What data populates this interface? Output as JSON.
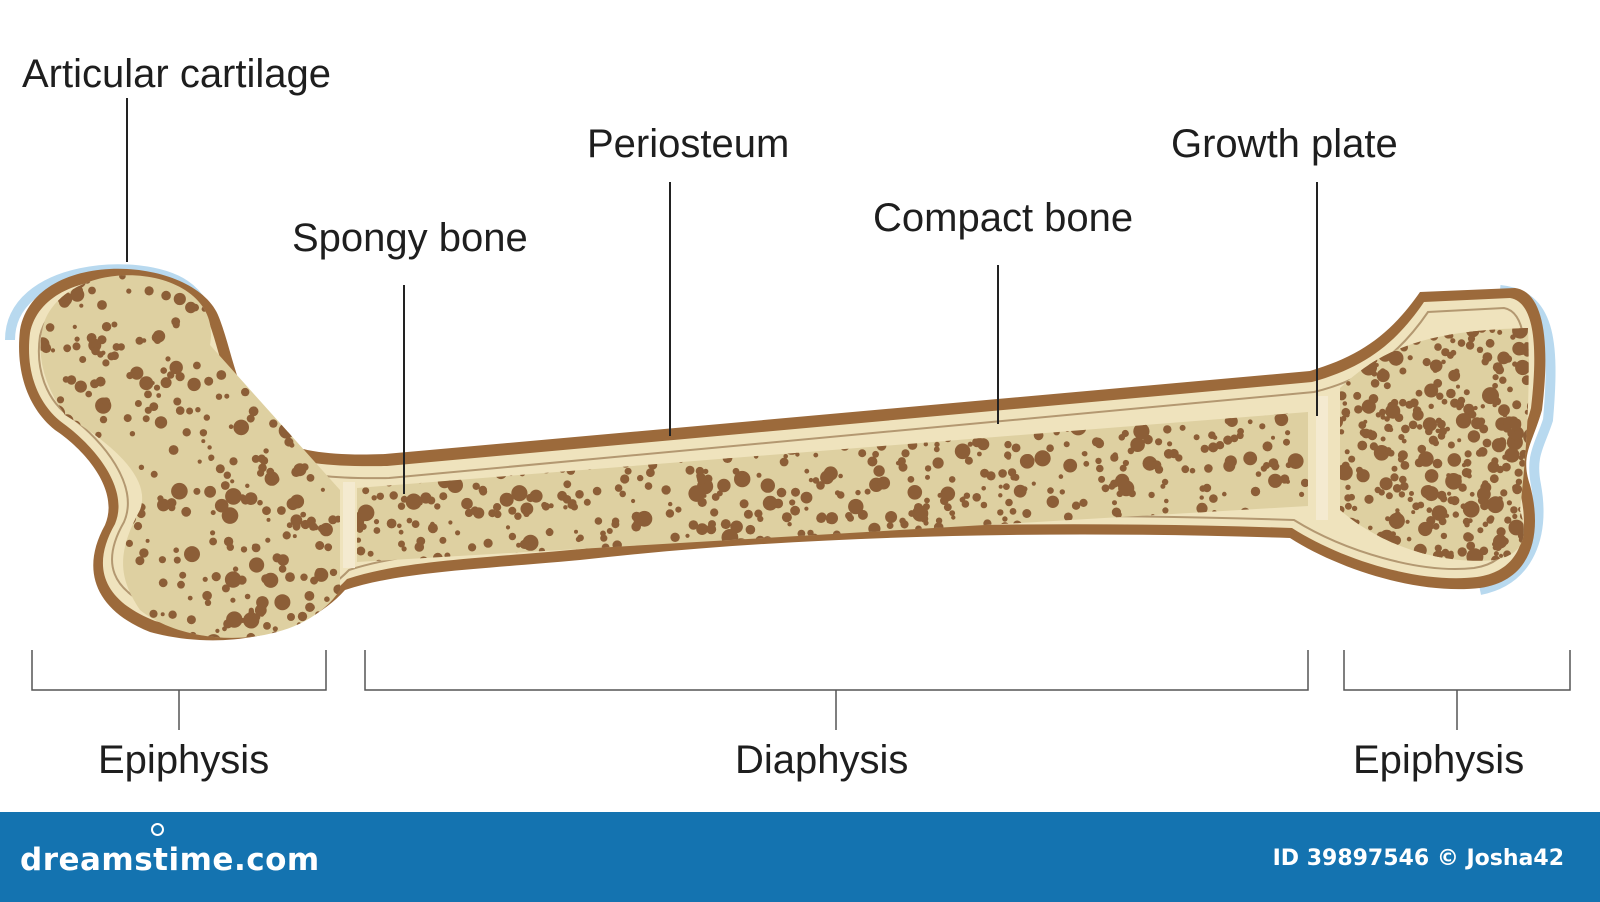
{
  "labels": {
    "articular_cartilage": "Articular cartilage",
    "periosteum": "Periosteum",
    "growth_plate": "Growth plate",
    "spongy_bone": "Spongy bone",
    "compact_bone": "Compact bone",
    "epiphysis_left": "Epiphysis",
    "diaphysis": "Diaphysis",
    "epiphysis_right": "Epiphysis"
  },
  "footer": {
    "brand": "dreamstime.com",
    "credit": "ID 39897546 © Josha42"
  },
  "colors": {
    "periosteum": "#9c6a3b",
    "compact_bone": "#efe3bd",
    "spongy_matrix": "#ded0a1",
    "spongy_pores": "#8c5e37",
    "cartilage": "#b8d9ef",
    "footer_bg": "#1473b0"
  }
}
